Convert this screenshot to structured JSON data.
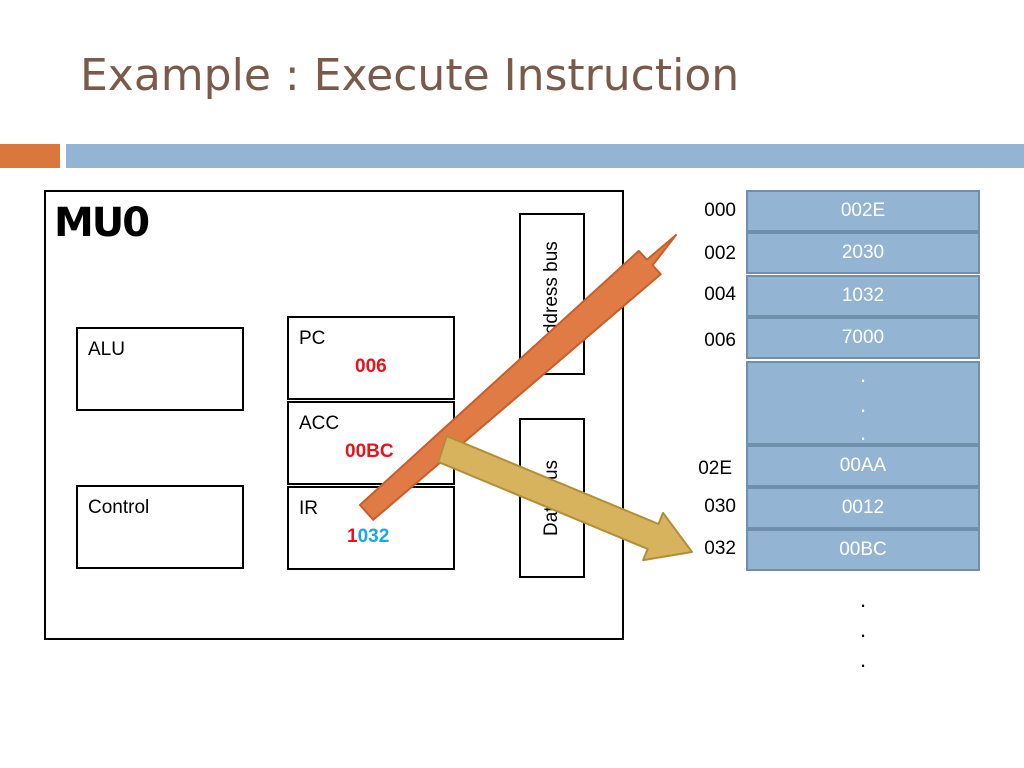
{
  "slide": {
    "title": "Example : Execute Instruction"
  },
  "cpu": {
    "name": "MU0",
    "alu_label": "ALU",
    "control_label": "Control",
    "address_bus_label": "Address bus",
    "data_bus_label": "Data bus",
    "pc": {
      "label": "PC",
      "value": "006"
    },
    "acc": {
      "label": "ACC",
      "value": "00BC"
    },
    "ir": {
      "label": "IR",
      "opcode": "1",
      "operand": "032"
    }
  },
  "memory": {
    "cells": [
      {
        "address": "000",
        "value": "002E"
      },
      {
        "address": "002",
        "value": "2030"
      },
      {
        "address": "004",
        "value": "1032"
      },
      {
        "address": "006",
        "value": "7000"
      },
      {
        "address": "02E",
        "value": "00AA"
      },
      {
        "address": "030",
        "value": "0012"
      },
      {
        "address": "032",
        "value": "00BC"
      }
    ],
    "gap_dots": [
      ".",
      ".",
      "."
    ],
    "trailing_dots": [
      ".",
      ".",
      "."
    ]
  },
  "colors": {
    "title": "#7a5b4b",
    "accent_orange": "#d9773c",
    "accent_blue": "#93b4d3",
    "memory_cell": "#93b4d3",
    "highlight_red": "#e8141c",
    "highlight_cyan": "#1aa8e0",
    "address_arrow": "#e07b45",
    "data_arrow": "#d8b35e"
  }
}
